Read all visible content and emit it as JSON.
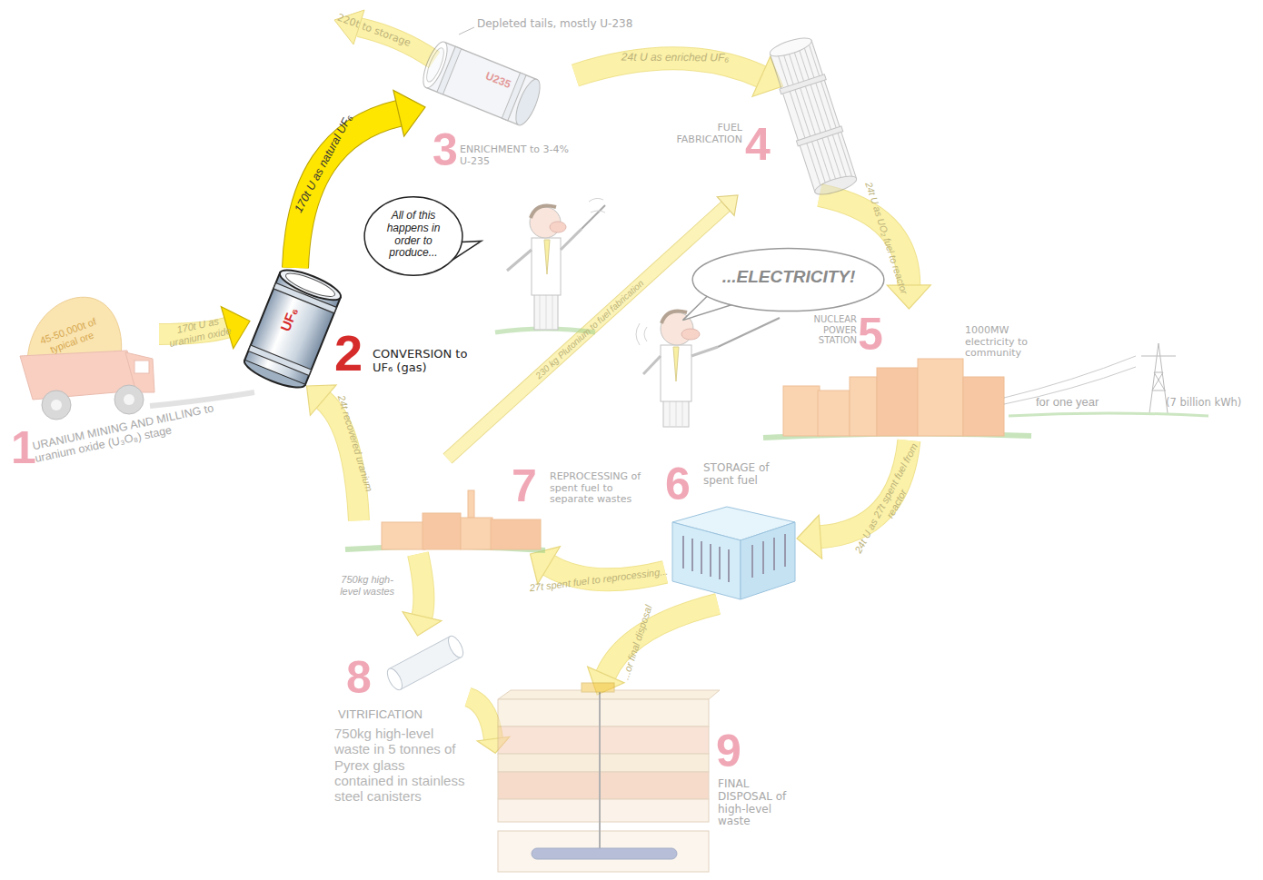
{
  "diagram": {
    "nodes": [
      {
        "text": [
          "45-50,000t of typical ore",
          "1",
          "URANIUM MINING AND MILLING to uranium oxide (U₃O₈) stage"
        ]
      },
      {
        "text": [
          "UF₆",
          "2",
          "CONVERSION to UF₆ (gas)"
        ]
      },
      {
        "text": [
          "U235",
          "3",
          "ENRICHMENT to 3-4% U-235"
        ]
      },
      {
        "text": [
          "FUEL FABRICATION",
          "4"
        ]
      },
      {
        "text": [
          "NUCLEAR POWER STATION",
          "5"
        ]
      },
      {
        "text": [
          "6",
          "STORAGE of spent fuel"
        ]
      },
      {
        "text": [
          "7",
          "REPROCESSING of spent fuel to separate wastes"
        ]
      },
      {
        "text": [
          "8",
          "VITRIFICATION",
          "750kg high-level waste in 5 tonnes of Pyrex glass contained in stainless steel canisters"
        ]
      },
      {
        "text": [
          "9",
          "FINAL DISPOSAL of high-level waste"
        ]
      },
      {
        "text": [
          "All of this happens in order to produce..."
        ]
      },
      {
        "text": [
          "...ELECTRICITY!"
        ]
      }
    ],
    "edges": [
      {
        "from": 0,
        "to": 1,
        "arrow": "to",
        "label": "170t U as uranium oxide"
      },
      {
        "from": 1,
        "to": 2,
        "arrow": "to",
        "label": "170t U as natural UF₆"
      },
      {
        "from": 2,
        "to": 3,
        "arrow": "to",
        "label": "24t U as enriched UF₆"
      },
      {
        "from": 3,
        "to": 4,
        "arrow": "to",
        "label": "24t U as UO₂ fuel to reactor"
      },
      {
        "from": 4,
        "to": 5,
        "arrow": "to",
        "label": "24t U as 27t spent fuel from reactor"
      },
      {
        "from": 5,
        "to": 6,
        "arrow": "to",
        "label": "27t spent fuel to reprocessing..."
      },
      {
        "from": 5,
        "to": 8,
        "arrow": "to",
        "label": "...or final disposal"
      },
      {
        "from": 6,
        "to": 1,
        "arrow": "to",
        "label": "24t recovered uranium"
      },
      {
        "from": 6,
        "to": 3,
        "arrow": "to",
        "label": "230 kg Plutonium to fuel fabrication"
      },
      {
        "from": 6,
        "to": 7,
        "arrow": "to",
        "label": "750kg high-level wastes"
      },
      {
        "from": 7,
        "to": 8,
        "arrow": "to"
      }
    ],
    "labels": [
      "Depleted tails, mostly U-238",
      "220t to storage",
      "1000MW electricity to community",
      "for one year",
      "(7 billion kWh)"
    ]
  }
}
